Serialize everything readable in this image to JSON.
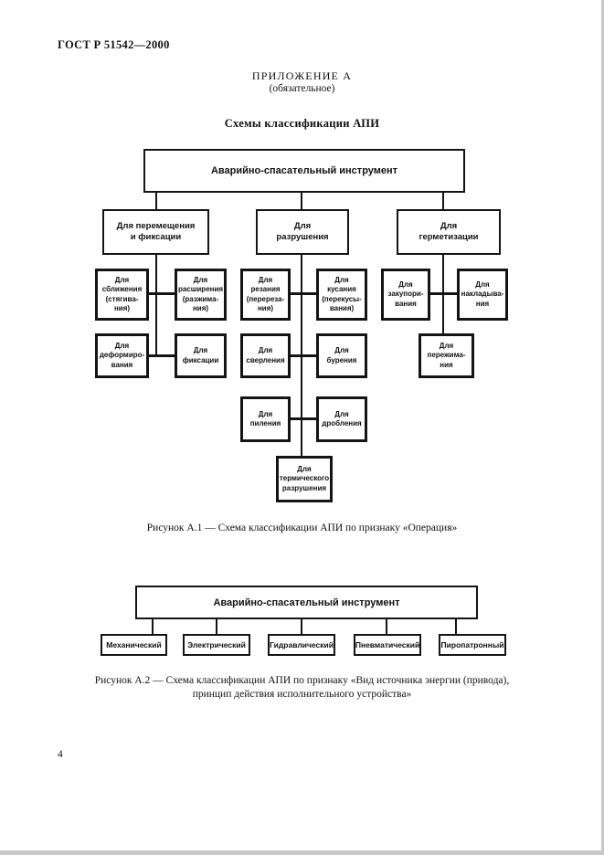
{
  "header": {
    "doc_code": "ГОСТ Р 51542—2000",
    "appendix": "ПРИЛОЖЕНИЕ А",
    "appendix_note": "(обязательное)",
    "title": "Схемы классификации АПИ"
  },
  "figure1": {
    "root": "Аварийно-спасательный инструмент",
    "level2": [
      "Для перемещения\nи фиксации",
      "Для\nразрушения",
      "Для\nгерметизации"
    ],
    "level3": [
      "Для\nсближения\n(стягива-\nния)",
      "Для\nрасширения\n(разжима-\nния)",
      "Для\nрезания\n(перереза-\nния)",
      "Для\nкусания\n(перекусы-\nвания)",
      "Для\nзакупори-\nвания",
      "Для\nнакладыва-\nния"
    ],
    "level4": [
      "Для\nдеформиро-\nвания",
      "Для\nфиксации",
      "Для\nсверления",
      "Для\nбурения",
      "Для\nпережима-\nния"
    ],
    "level5": [
      "Для\nпиления",
      "Для\nдробления"
    ],
    "level6": "Для\nтермического\nразрушения",
    "caption": "Рисунок А.1 — Схема классификации АПИ по признаку «Операция»"
  },
  "figure2": {
    "root": "Аварийно-спасательный инструмент",
    "children": [
      "Механический",
      "Электрический",
      "Гидравлический",
      "Пневматический",
      "Пиропатронный"
    ],
    "caption_line1": "Рисунок А.2 — Схема классификации АПИ по признаку «Вид источника энергии (привода),",
    "caption_line2": "принцип действия исполнительного устройства»"
  },
  "footer": {
    "page_number": "4"
  }
}
